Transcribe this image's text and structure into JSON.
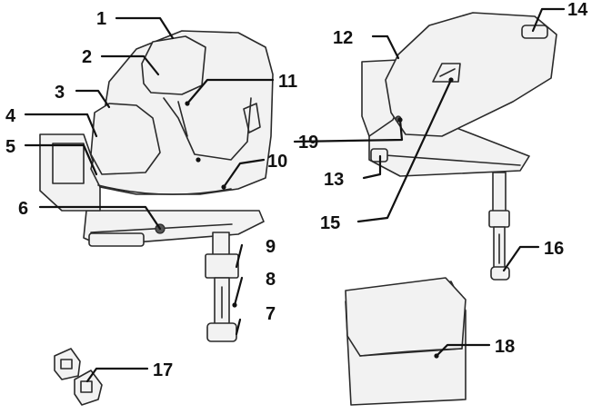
{
  "callouts": [
    {
      "id": "1",
      "label": "1"
    },
    {
      "id": "2",
      "label": "2"
    },
    {
      "id": "3",
      "label": "3"
    },
    {
      "id": "4",
      "label": "4"
    },
    {
      "id": "5",
      "label": "5"
    },
    {
      "id": "6",
      "label": "6"
    },
    {
      "id": "7",
      "label": "7"
    },
    {
      "id": "8",
      "label": "8"
    },
    {
      "id": "9",
      "label": "9"
    },
    {
      "id": "10",
      "label": "10"
    },
    {
      "id": "11",
      "label": "11"
    },
    {
      "id": "12",
      "label": "12"
    },
    {
      "id": "13",
      "label": "13"
    },
    {
      "id": "14",
      "label": "14"
    },
    {
      "id": "15",
      "label": "15"
    },
    {
      "id": "16",
      "label": "16"
    },
    {
      "id": "17",
      "label": "17"
    },
    {
      "id": "18",
      "label": "18"
    },
    {
      "id": "19",
      "label": "19"
    }
  ],
  "colors": {
    "ink": "#2a2a2a",
    "labels": "#111111",
    "fill": "#f2f2f2"
  }
}
